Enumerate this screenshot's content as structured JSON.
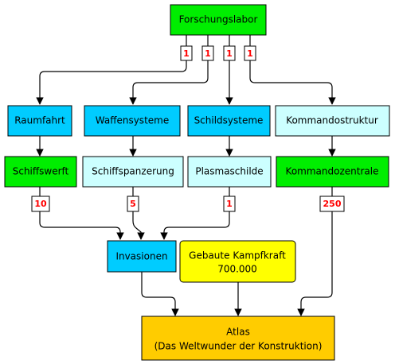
{
  "colors": {
    "green": "#00ee00",
    "blue": "#00ccff",
    "lightblue": "#ccffff",
    "yellow": "#ffff00",
    "orange": "#ffcc00",
    "badge_text": "#ff0000"
  },
  "nodes": {
    "forschungslabor": "Forschungslabor",
    "raumfahrt": "Raumfahrt",
    "waffensysteme": "Waffensysteme",
    "schildsysteme": "Schildsysteme",
    "kommandostruktur": "Kommandostruktur",
    "schiffswerft": "Schiffswerft",
    "schiffspanzerung": "Schiffspanzerung",
    "plasmaschilde": "Plasmaschilde",
    "kommandozentrale": "Kommandozentrale",
    "invasionen": "Invasionen",
    "kampfkraft_line1": "Gebaute Kampfkraft",
    "kampfkraft_line2": "700.000",
    "atlas_line1": "Atlas",
    "atlas_line2": "(Das Weltwunder der Konstruktion)"
  },
  "badges": {
    "lab_raumfahrt": "1",
    "lab_waffensysteme": "1",
    "lab_schildsysteme": "1",
    "lab_kommandostruktur": "1",
    "schiffswerft": "10",
    "schiffspanzerung": "5",
    "plasmaschilde": "1",
    "kommandozentrale": "250"
  }
}
